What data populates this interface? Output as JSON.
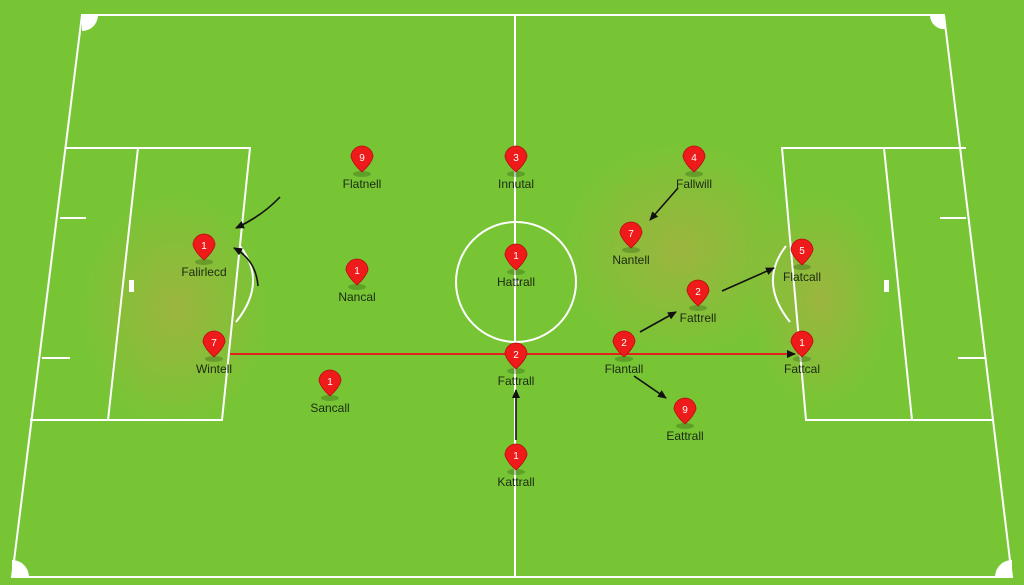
{
  "colors": {
    "grass": "#74c232",
    "grass_light": "#7fcb3d",
    "zone_tint": "#c9a24a",
    "lines": "#ffffff",
    "marker": "#ef1a1a",
    "marker_shadow": "#b30f0f",
    "pass_line": "#e0231c",
    "arrow": "#111111"
  },
  "players": [
    {
      "id": "p1",
      "number": "9",
      "label": "Flatnell"
    },
    {
      "id": "p2",
      "number": "3",
      "label": "Innutal"
    },
    {
      "id": "p3",
      "number": "4",
      "label": "Fallwill"
    },
    {
      "id": "p4",
      "number": "1",
      "label": "Falirlecd"
    },
    {
      "id": "p5",
      "number": "1",
      "label": "Nancal"
    },
    {
      "id": "p6",
      "number": "1",
      "label": "Hattrall"
    },
    {
      "id": "p7",
      "number": "7",
      "label": "Nantell"
    },
    {
      "id": "p8",
      "number": "5",
      "label": "Flatcall"
    },
    {
      "id": "p9",
      "number": "2",
      "label": "Fattrell"
    },
    {
      "id": "p10",
      "number": "7",
      "label": "Wintell"
    },
    {
      "id": "p11",
      "number": "2",
      "label": "Fattrall"
    },
    {
      "id": "p12",
      "number": "2",
      "label": "Flantall"
    },
    {
      "id": "p13",
      "number": "1",
      "label": "Fattcal"
    },
    {
      "id": "p14",
      "number": "1",
      "label": "Sancall"
    },
    {
      "id": "p15",
      "number": "9",
      "label": "Eattrall"
    },
    {
      "id": "p16",
      "number": "1",
      "label": "Kattrall"
    }
  ]
}
